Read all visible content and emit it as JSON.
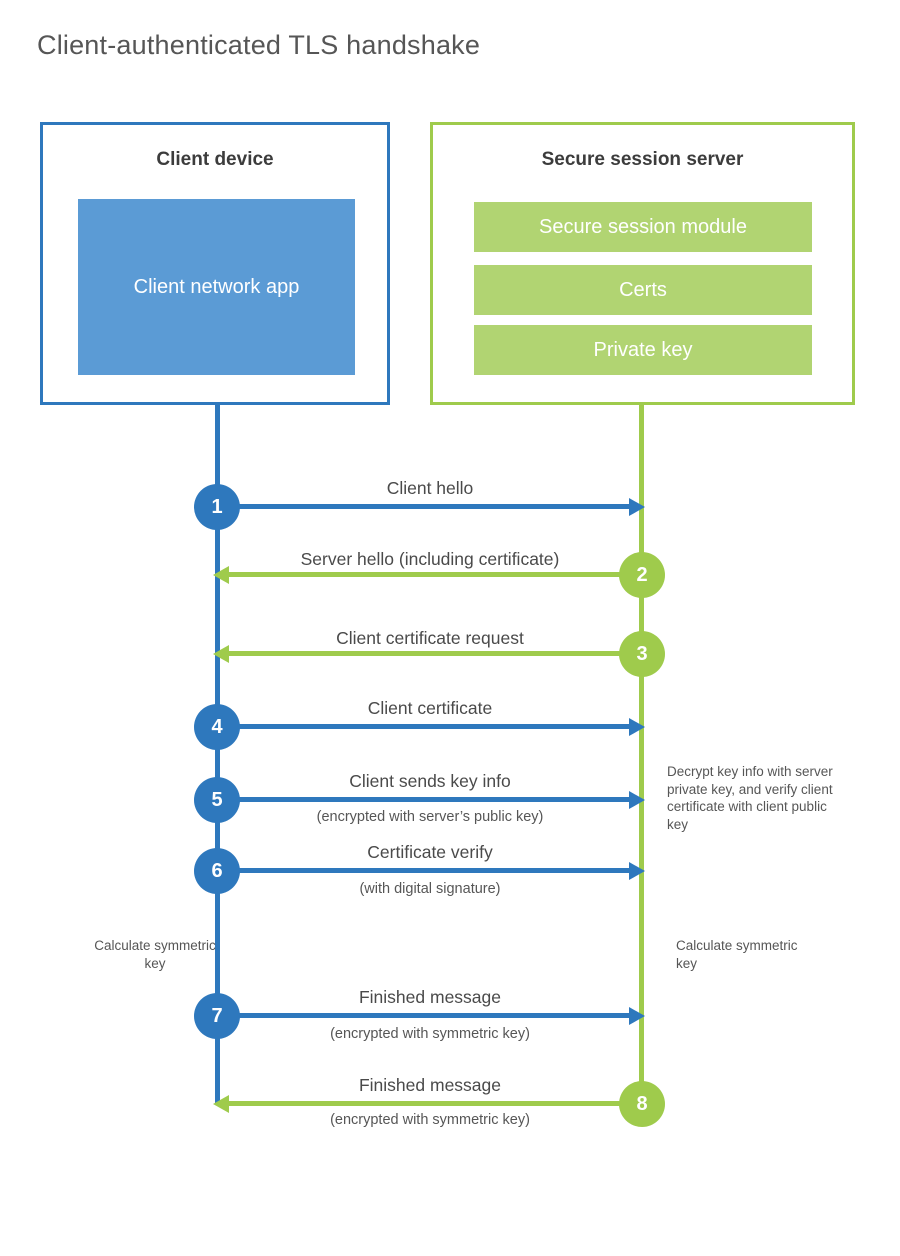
{
  "title": "Client-authenticated TLS handshake",
  "colors": {
    "blue": "#2e78bd",
    "blue_fill": "#5b9bd5",
    "green": "#9fcb4c",
    "green_fill": "#b1d472"
  },
  "client": {
    "title": "Client device",
    "app_label": "Client network app"
  },
  "server": {
    "title": "Secure session server",
    "modules": [
      "Secure session module",
      "Certs",
      "Private key"
    ]
  },
  "steps": [
    {
      "num": "1",
      "label": "Client hello",
      "sub": "",
      "direction": "client-to-server"
    },
    {
      "num": "2",
      "label": "Server hello (including certificate)",
      "sub": "",
      "direction": "server-to-client"
    },
    {
      "num": "3",
      "label": "Client certificate request",
      "sub": "",
      "direction": "server-to-client"
    },
    {
      "num": "4",
      "label": "Client certificate",
      "sub": "",
      "direction": "client-to-server"
    },
    {
      "num": "5",
      "label": "Client sends key info",
      "sub": "(encrypted with server’s public key)",
      "direction": "client-to-server"
    },
    {
      "num": "6",
      "label": "Certificate verify",
      "sub": "(with digital signature)",
      "direction": "client-to-server"
    },
    {
      "num": "7",
      "label": "Finished message",
      "sub": "(encrypted with symmetric key)",
      "direction": "client-to-server"
    },
    {
      "num": "8",
      "label": "Finished message",
      "sub": "(encrypted with symmetric key)",
      "direction": "server-to-client"
    }
  ],
  "notes": {
    "decrypt": "Decrypt key info with server private key, and verify client certificate with client public key",
    "calc_left": "Calculate symmetric key",
    "calc_right": "Calculate symmetric key"
  }
}
